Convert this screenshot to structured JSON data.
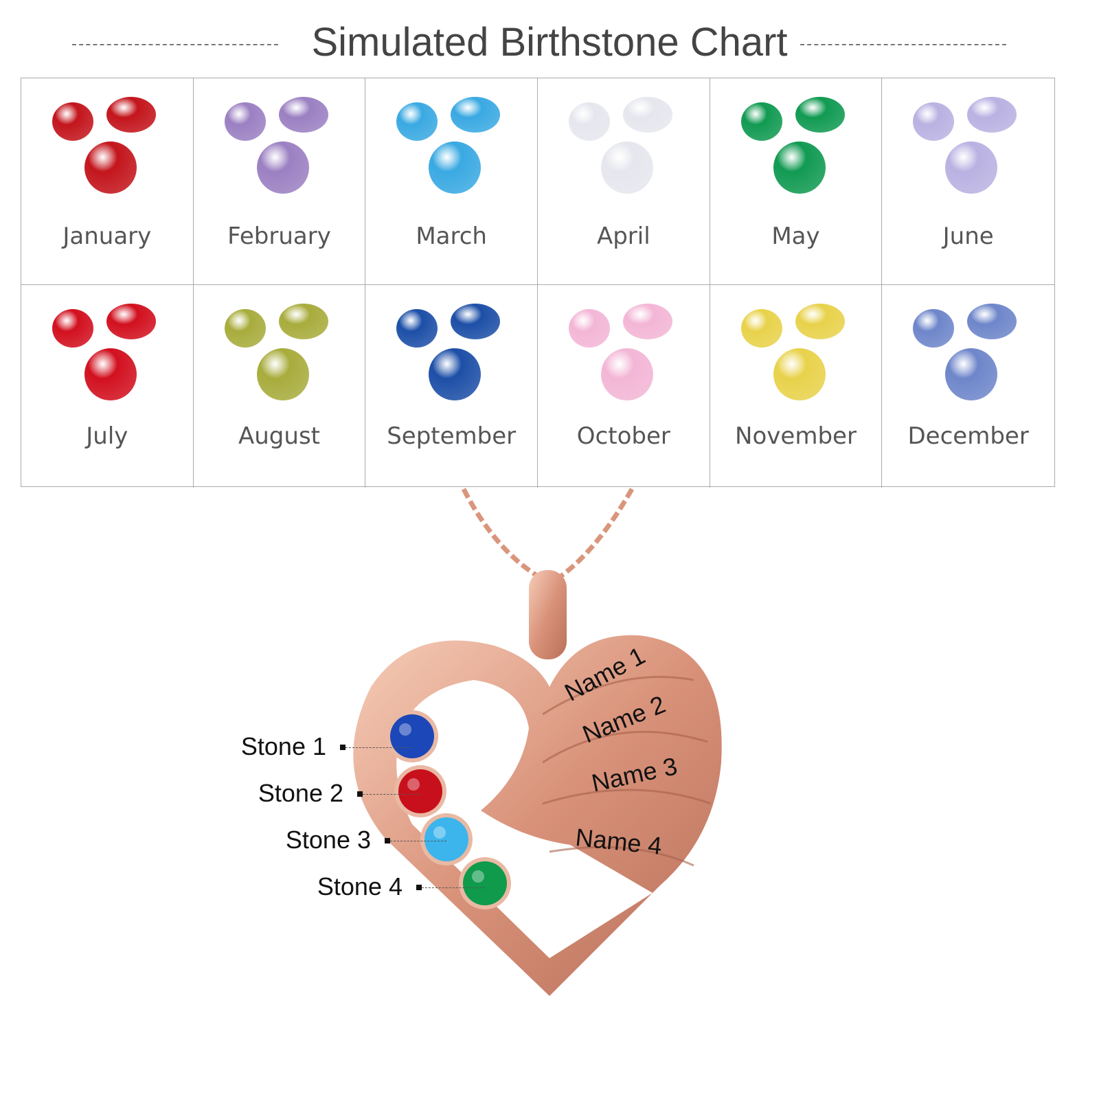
{
  "title": "Simulated Birthstone Chart",
  "months": [
    {
      "label": "January",
      "color": "#c3151c"
    },
    {
      "label": "February",
      "color": "#9b80c2"
    },
    {
      "label": "March",
      "color": "#3aa9e2"
    },
    {
      "label": "April",
      "color": "#e6e7ee"
    },
    {
      "label": "May",
      "color": "#119a52"
    },
    {
      "label": "June",
      "color": "#b9b2e2"
    },
    {
      "label": "July",
      "color": "#d2101f"
    },
    {
      "label": "August",
      "color": "#a8ac3c"
    },
    {
      "label": "September",
      "color": "#1d4fa7"
    },
    {
      "label": "October",
      "color": "#f3b6d6"
    },
    {
      "label": "November",
      "color": "#e8d24b"
    },
    {
      "label": "December",
      "color": "#6e86ca"
    }
  ],
  "stones": [
    {
      "label": "Stone 1",
      "color": "#1c47b8"
    },
    {
      "label": "Stone 2",
      "color": "#c8101c"
    },
    {
      "label": "Stone 3",
      "color": "#3cb4ec"
    },
    {
      "label": "Stone 4",
      "color": "#0f9a4c"
    }
  ],
  "names": [
    "Name 1",
    "Name 2",
    "Name 3",
    "Name 4"
  ],
  "metal_color": "#d99a7e"
}
